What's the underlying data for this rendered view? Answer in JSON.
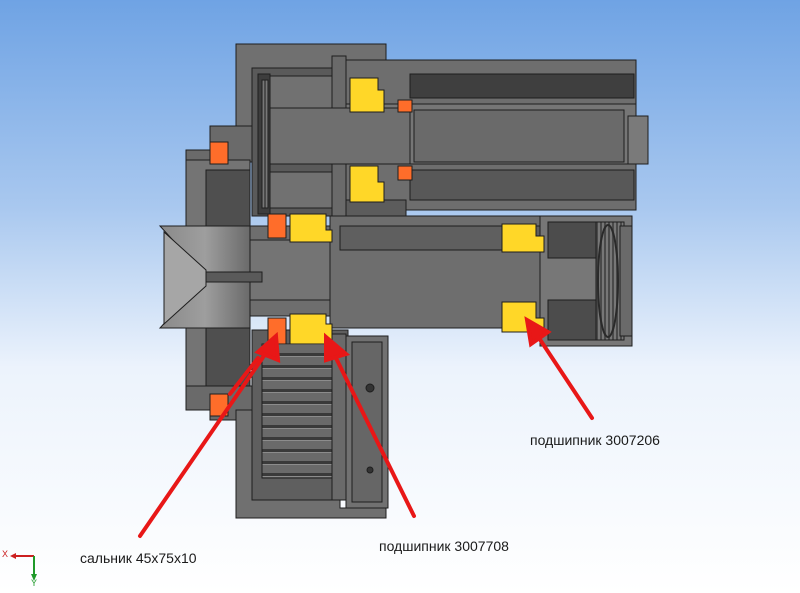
{
  "callouts": {
    "bearing_3007206": "подшипник 3007206",
    "bearing_3007708": "подшипник 3007708",
    "oil_seal": "сальник 45x75x10"
  },
  "axis_triad": {
    "x_label": "X",
    "y_label": "Y"
  },
  "colors": {
    "background_top": "#6fa3e4",
    "background_bottom": "#ffffff",
    "housing": "#707070",
    "housing_dark": "#4f4f4f",
    "bearing": "#ffd728",
    "seal": "#ff6d2a",
    "arrow": "#e81717",
    "outline": "#1e1e1e"
  }
}
